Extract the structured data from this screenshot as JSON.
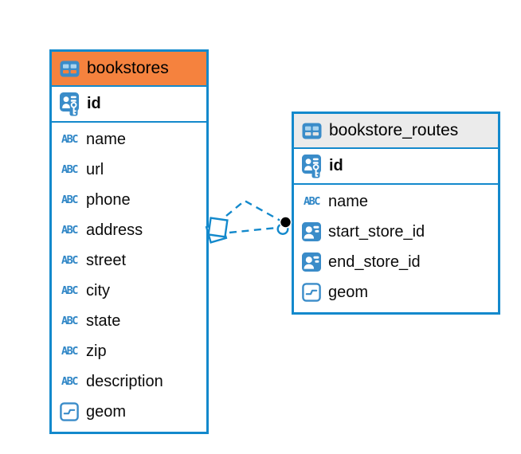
{
  "colors": {
    "accent_blue": "#1389CC",
    "selected_header_orange": "#F5823E",
    "header_gray": "#EBEBEB",
    "edge_endpoint_black": "#000000",
    "background": "#FFFFFF"
  },
  "tables": [
    {
      "name": "bookstores",
      "selected": true,
      "columns": [
        {
          "name": "id",
          "type": "primary-key"
        },
        {
          "name": "name",
          "type": "text"
        },
        {
          "name": "url",
          "type": "text"
        },
        {
          "name": "phone",
          "type": "text"
        },
        {
          "name": "address",
          "type": "text"
        },
        {
          "name": "street",
          "type": "text"
        },
        {
          "name": "city",
          "type": "text"
        },
        {
          "name": "state",
          "type": "text"
        },
        {
          "name": "zip",
          "type": "text"
        },
        {
          "name": "description",
          "type": "text"
        },
        {
          "name": "geom",
          "type": "object"
        }
      ]
    },
    {
      "name": "bookstore_routes",
      "selected": false,
      "columns": [
        {
          "name": "id",
          "type": "primary-key"
        },
        {
          "name": "name",
          "type": "text"
        },
        {
          "name": "start_store_id",
          "type": "reference"
        },
        {
          "name": "end_store_id",
          "type": "reference"
        },
        {
          "name": "geom",
          "type": "object"
        }
      ]
    }
  ],
  "relationships": [
    {
      "from": "bookstores",
      "to": "bookstore_routes",
      "style": "dashed",
      "shape": "bent",
      "source_marker": "diamond",
      "target_marker": "circle"
    },
    {
      "from": "bookstores",
      "to": "bookstore_routes",
      "style": "dashed",
      "shape": "straight",
      "source_marker": "diamond",
      "target_marker": "filled-dot"
    }
  ]
}
